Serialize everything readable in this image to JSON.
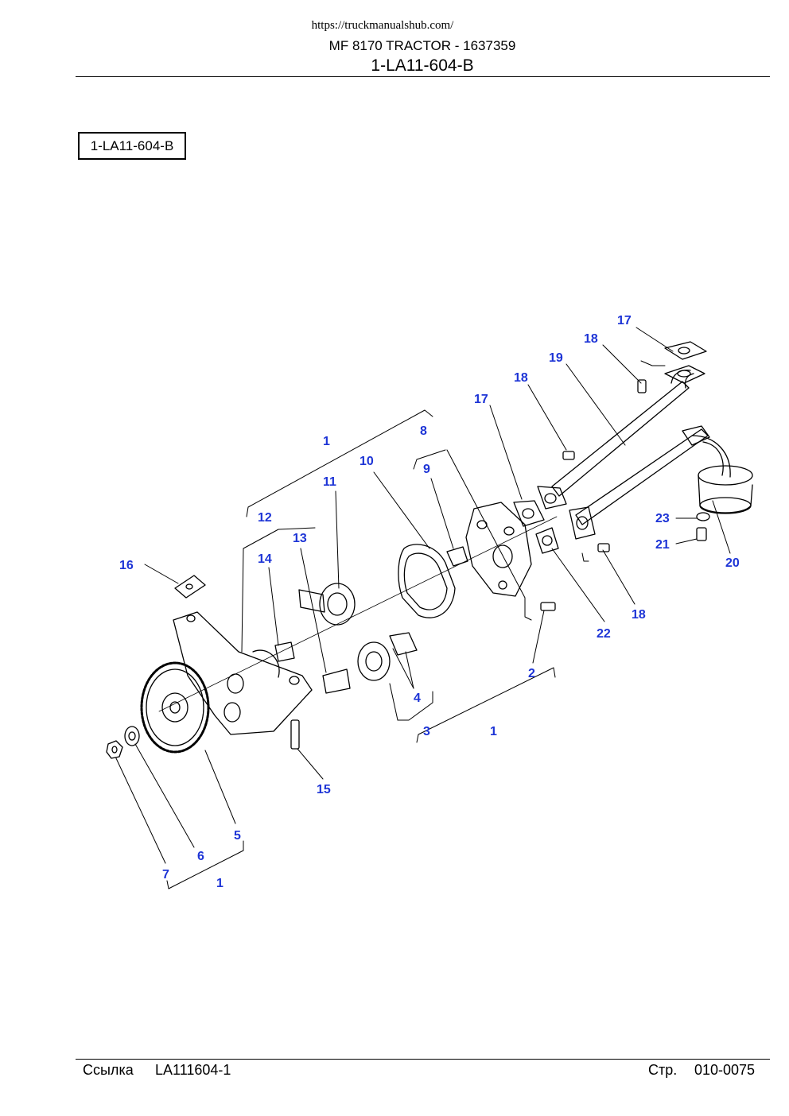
{
  "header": {
    "url": "https://truckmanualshub.com/",
    "model": "MF 8170 TRACTOR - 1637359",
    "code": "1-LA11-604-B"
  },
  "reference_box": "1-LA11-604-B",
  "callouts": [
    "17",
    "18",
    "19",
    "18",
    "17",
    "20",
    "23",
    "21",
    "18",
    "22",
    "2",
    "1",
    "3",
    "4",
    "8",
    "9",
    "10",
    "11",
    "12",
    "13",
    "14",
    "1",
    "16",
    "15",
    "5",
    "6",
    "7",
    "1"
  ],
  "footer": {
    "ref_label": "Ссылка",
    "ref_value": "LA111604-1",
    "page_label": "Стр.",
    "page_value": "010-0075"
  },
  "colors": {
    "callout": "#1d34d6",
    "line": "#000000"
  }
}
